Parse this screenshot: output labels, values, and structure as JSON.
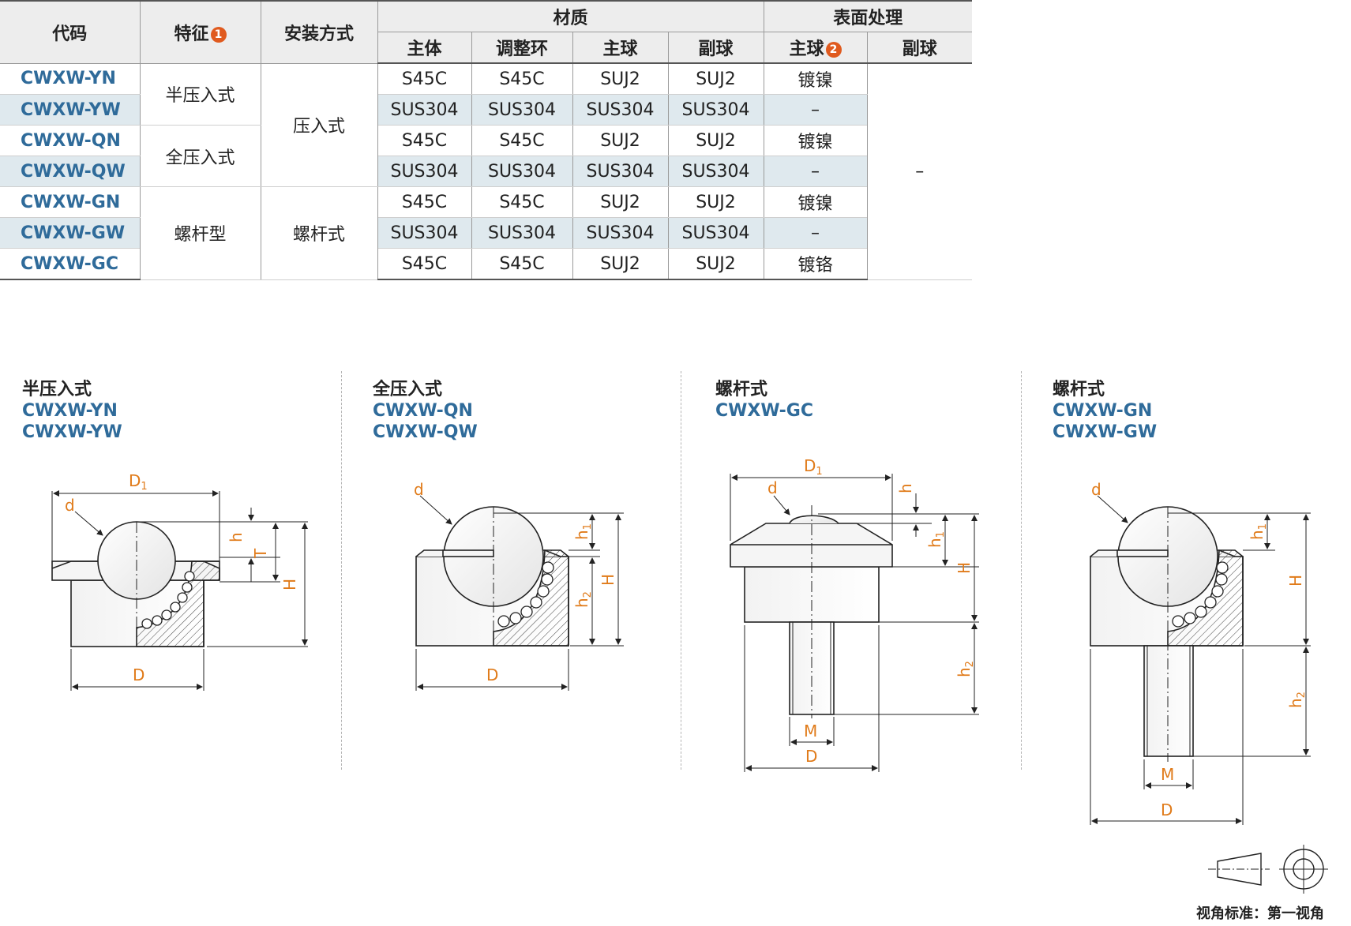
{
  "table": {
    "headers": {
      "code": "代码",
      "feature": "特征",
      "feature_badge": "1",
      "mount": "安装方式",
      "material": "材质",
      "surface": "表面处理",
      "body": "主体",
      "ring": "调整环",
      "main_ball": "主球",
      "sub_ball": "副球",
      "surface_main": "主球",
      "surface_badge": "2",
      "surface_sub": "副球"
    },
    "rows": [
      {
        "code": "CWXW-YN",
        "body": "S45C",
        "ring": "S45C",
        "main": "SUJ2",
        "sub": "SUJ2",
        "surface": "镀镍"
      },
      {
        "code": "CWXW-YW",
        "body": "SUS304",
        "ring": "SUS304",
        "main": "SUS304",
        "sub": "SUS304",
        "surface": "–"
      },
      {
        "code": "CWXW-QN",
        "body": "S45C",
        "ring": "S45C",
        "main": "SUJ2",
        "sub": "SUJ2",
        "surface": "镀镍"
      },
      {
        "code": "CWXW-QW",
        "body": "SUS304",
        "ring": "SUS304",
        "main": "SUS304",
        "sub": "SUS304",
        "surface": "–"
      },
      {
        "code": "CWXW-GN",
        "body": "S45C",
        "ring": "S45C",
        "main": "SUJ2",
        "sub": "SUJ2",
        "surface": "镀镍"
      },
      {
        "code": "CWXW-GW",
        "body": "SUS304",
        "ring": "SUS304",
        "main": "SUS304",
        "sub": "SUS304",
        "surface": "–"
      },
      {
        "code": "CWXW-GC",
        "body": "S45C",
        "ring": "S45C",
        "main": "SUJ2",
        "sub": "SUJ2",
        "surface": "镀铬"
      }
    ],
    "feature_groups": [
      "半压入式",
      "全压入式",
      "螺杆型"
    ],
    "mount_groups": [
      "压入式",
      "螺杆式"
    ],
    "sub_surface": "–"
  },
  "drawings": [
    {
      "title": "半压入式",
      "codes": [
        "CWXW-YN",
        "CWXW-YW"
      ]
    },
    {
      "title": "全压入式",
      "codes": [
        "CWXW-QN",
        "CWXW-QW"
      ]
    },
    {
      "title": "螺杆式",
      "codes": [
        "CWXW-GC"
      ]
    },
    {
      "title": "螺杆式",
      "codes": [
        "CWXW-GN",
        "CWXW-GW"
      ]
    }
  ],
  "dims": {
    "D": "D",
    "D1": "D",
    "d": "d",
    "h": "h",
    "h1": "h",
    "h2": "h",
    "T": "T",
    "H": "H",
    "M": "M",
    "sub1": "1",
    "sub2": "2"
  },
  "view_standard": "视角标准：第一视角",
  "colors": {
    "code_blue": "#2f6b9a",
    "dim_orange": "#e07b1a",
    "badge_red": "#e05a1e",
    "shade": "#dfe9ee"
  }
}
